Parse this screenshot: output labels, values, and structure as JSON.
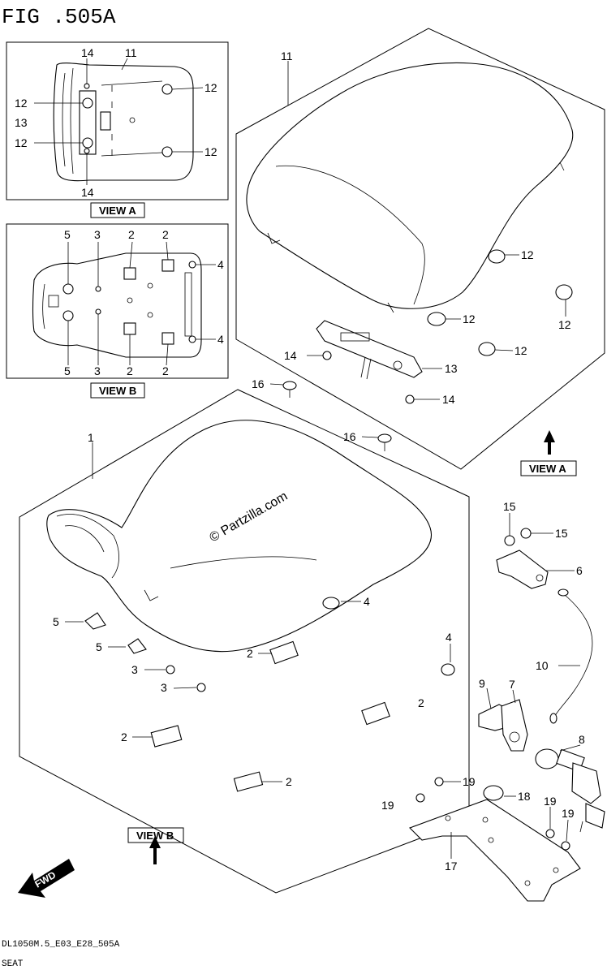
{
  "figure": {
    "title": "FIG .505A",
    "code": "DL1050M.5_E03_E28_505A",
    "name": "SEAT",
    "watermark": "© Partzilla.com"
  },
  "view_labels": {
    "view_a": "VIEW A",
    "view_b": "VIEW B",
    "fwd": "FWD"
  },
  "callouts": {
    "va_11": "11",
    "va_14_top": "14",
    "va_14_bot": "14",
    "va_12_l1": "12",
    "va_13": "13",
    "va_12_l2": "12",
    "va_12_r1": "12",
    "va_12_r2": "12",
    "vb_5_top": "5",
    "vb_3_top": "3",
    "vb_2_top1": "2",
    "vb_2_top2": "2",
    "vb_4_top": "4",
    "vb_5_bot": "5",
    "vb_3_bot": "3",
    "vb_2_bot1": "2",
    "vb_2_bot2": "2",
    "vb_4_bot": "4",
    "p11": "11",
    "p12_a": "12",
    "p12_b": "12",
    "p12_c": "12",
    "p12_d": "12",
    "p13": "13",
    "p14_a": "14",
    "p14_b": "14",
    "p16_a": "16",
    "p16_b": "16",
    "p1": "1",
    "p4_a": "4",
    "p4_b": "4",
    "p5_a": "5",
    "p5_b": "5",
    "p3_a": "3",
    "p3_b": "3",
    "p2_a": "2",
    "p2_b": "2",
    "p2_c": "2",
    "p2_d": "2",
    "p15_a": "15",
    "p15_b": "15",
    "p6": "6",
    "p10": "10",
    "p9": "9",
    "p7": "7",
    "p8": "8",
    "p18": "18",
    "p19_a": "19",
    "p19_b": "19",
    "p19_c": "19",
    "p19_d": "19",
    "p17": "17"
  }
}
